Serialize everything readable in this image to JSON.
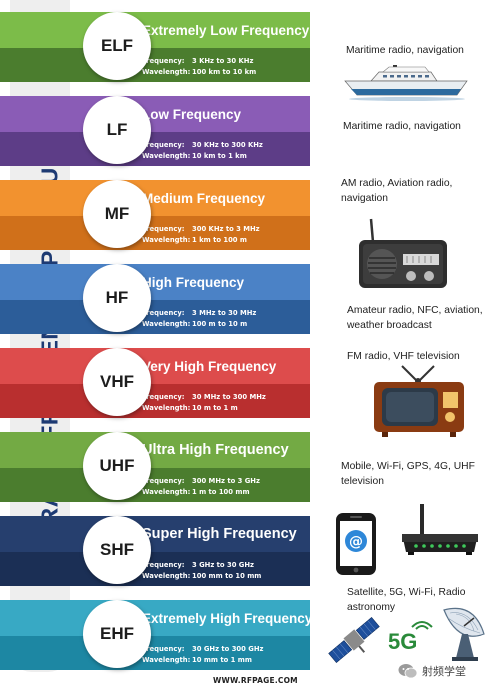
{
  "title": "RADIO FREQUENCY SPECTRUM",
  "spec_labels": {
    "frequency": "Frequency:",
    "wavelength": "Wavelength:"
  },
  "bands": [
    {
      "abbr": "ELF",
      "name": "Extremely Low Frequency",
      "frequency": "3 KHz to 30 KHz",
      "wavelength": "100 km to 10 km",
      "top_color": "#7cbc49",
      "bottom_color": "#4b7d2e",
      "use": "Maritime radio, navigation"
    },
    {
      "abbr": "LF",
      "name": "Low Frequency",
      "frequency": "30 KHz to 300 KHz",
      "wavelength": "10 km to 1 km",
      "top_color": "#8a5cb6",
      "bottom_color": "#5d3d87",
      "use": "Maritime radio, navigation"
    },
    {
      "abbr": "MF",
      "name": "Medium Frequency",
      "frequency": "300 KHz to 3 MHz",
      "wavelength": "1 km to 100 m",
      "top_color": "#f2922f",
      "bottom_color": "#d0701a",
      "use": "AM radio, Aviation radio, navigation"
    },
    {
      "abbr": "HF",
      "name": "High Frequency",
      "frequency": "3 MHz to 30 MHz",
      "wavelength": "100 m to 10 m",
      "top_color": "#4b82c6",
      "bottom_color": "#2c5d99",
      "use": "Amateur radio, NFC, aviation, weather broadcast"
    },
    {
      "abbr": "VHF",
      "name": "Very High Frequency",
      "frequency": "30 MHz to 300 MHz",
      "wavelength": "10 m to 1 m",
      "top_color": "#dd4c4c",
      "bottom_color": "#b92f2f",
      "use": "FM radio, VHF television"
    },
    {
      "abbr": "UHF",
      "name": "Ultra High Frequency",
      "frequency": "300 MHz to 3 GHz",
      "wavelength": "1 m to 100 mm",
      "top_color": "#73aa44",
      "bottom_color": "#4b7d2e",
      "use": "Mobile, Wi-Fi, GPS, 4G, UHF television"
    },
    {
      "abbr": "SHF",
      "name": "Super High Frequency",
      "frequency": "3 GHz to 30 GHz",
      "wavelength": "100 mm to 10 mm",
      "top_color": "#263f6e",
      "bottom_color": "#1b2f55",
      "use": ""
    },
    {
      "abbr": "EHF",
      "name": "Extremely High Frequency",
      "frequency": "30 GHz to 300 GHz",
      "wavelength": "10 mm to 1 mm",
      "top_color": "#38a9c4",
      "bottom_color": "#1d87a3",
      "use": "Satellite, 5G, Wi-Fi, Radio astronomy"
    }
  ],
  "icons": {
    "ship": "ship-icon",
    "radio": "radio-icon",
    "tv": "television-icon",
    "phone": "smartphone-icon",
    "router": "wifi-router-icon",
    "satellite": "satellite-icon",
    "5g": "5g-icon",
    "dish": "radio-telescope-icon",
    "wechat": "wechat-icon"
  },
  "illustration_text": {
    "five_g": "5G"
  },
  "footer": "WWW.RFPAGE.COM",
  "watermark": "射频学堂"
}
